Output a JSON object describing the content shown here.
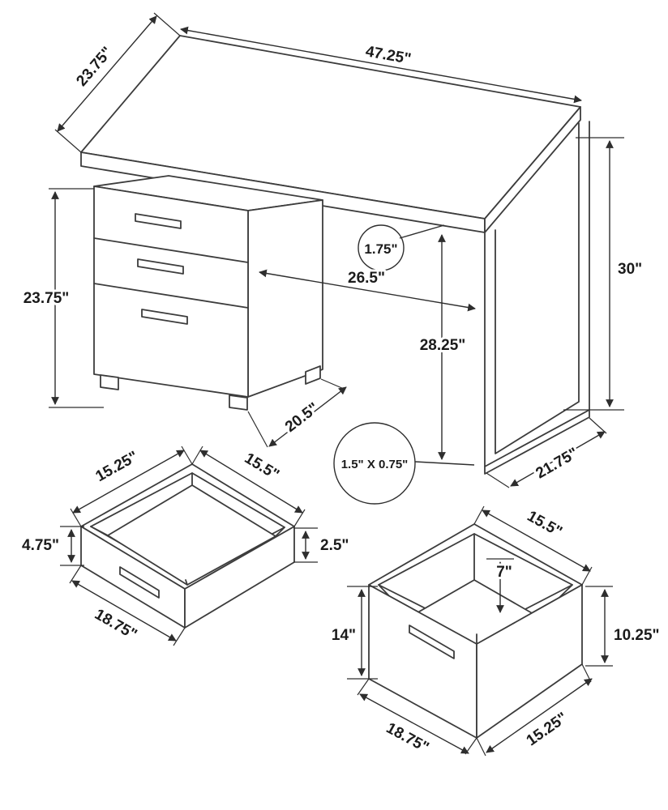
{
  "desk": {
    "top_depth": "23.75\"",
    "top_width": "47.25\"",
    "top_thickness": "1.75\"",
    "cabinet_height": "23.75\"",
    "knee_clearance": "26.5\"",
    "underside_height": "28.25\"",
    "overall_height": "30\"",
    "cabinet_depth": "20.5\"",
    "leg_tube": "1.5\" X 0.75\"",
    "leg_depth": "21.75\""
  },
  "small_drawer": {
    "front_edge": "15.25\"",
    "side_edge": "15.5\"",
    "front_height": "4.75\"",
    "side_height": "2.5\"",
    "bottom_edge": "18.75\""
  },
  "large_drawer": {
    "side_edge": "15.5\"",
    "inner_depth": "7\"",
    "front_height": "14\"",
    "back_height": "10.25\"",
    "bottom_front_edge": "18.75\"",
    "bottom_side_edge": "15.25\""
  }
}
